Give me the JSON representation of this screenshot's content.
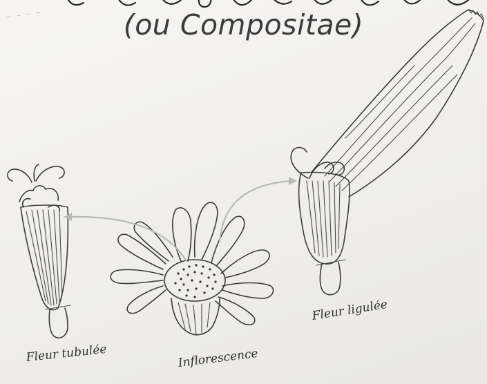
{
  "subtitle": "(ou Compositae)",
  "labels": {
    "tubular_flower": "Fleur tubulée",
    "inflorescence": "Inflorescence",
    "ligulate_flower": "Fleur ligulée"
  },
  "colors": {
    "paper": "#f1f0ed",
    "ink": "#3a3a3a",
    "arrow": "#b8b9b6"
  }
}
